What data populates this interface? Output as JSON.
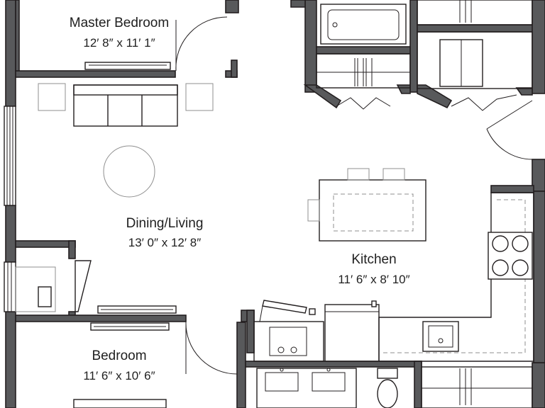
{
  "rooms": {
    "master_bedroom": {
      "name": "Master Bedroom",
      "dims": "12′ 8″ x 11′ 1″"
    },
    "dining_living": {
      "name": "Dining/Living",
      "dims": "13′ 0″ x 12′ 8″"
    },
    "kitchen": {
      "name": "Kitchen",
      "dims": "11′ 6″ x 8′ 10″"
    },
    "bedroom": {
      "name": "Bedroom",
      "dims": "11′ 6″ x 10′ 6″"
    }
  }
}
